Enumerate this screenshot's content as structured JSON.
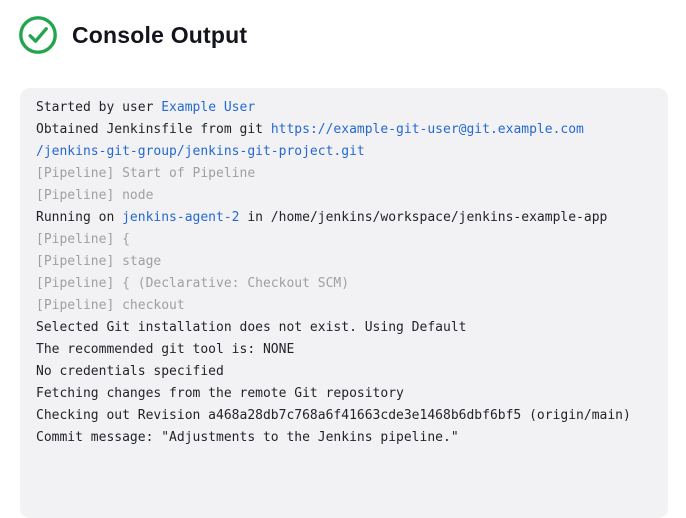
{
  "header": {
    "title": "Console Output",
    "status_icon": "success-check-circle"
  },
  "colors": {
    "success_green": "#23a550",
    "link_blue": "#2569d0",
    "muted_gray": "#a0a0a3",
    "text_dark": "#1f2228",
    "console_bg": "#f2f2f4",
    "title_text": "#14151c"
  },
  "console": {
    "lines": [
      {
        "segments": [
          {
            "text": "Started by user ",
            "style": "plain"
          },
          {
            "text": "Example User",
            "style": "link"
          }
        ]
      },
      {
        "segments": [
          {
            "text": "Obtained Jenkinsfile from git ",
            "style": "plain"
          },
          {
            "text": "https://example-git-user@git.example.com",
            "style": "link"
          }
        ]
      },
      {
        "segments": [
          {
            "text": "/jenkins-git-group/jenkins-git-project.git",
            "style": "link"
          }
        ]
      },
      {
        "segments": [
          {
            "text": "[Pipeline] Start of Pipeline",
            "style": "muted"
          }
        ]
      },
      {
        "segments": [
          {
            "text": "[Pipeline] node",
            "style": "muted"
          }
        ]
      },
      {
        "segments": [
          {
            "text": "Running on ",
            "style": "plain"
          },
          {
            "text": "jenkins-agent-2",
            "style": "link"
          },
          {
            "text": " in /home/jenkins/workspace/jenkins-example-app",
            "style": "plain"
          }
        ]
      },
      {
        "segments": [
          {
            "text": "[Pipeline] {",
            "style": "muted"
          }
        ]
      },
      {
        "segments": [
          {
            "text": "[Pipeline] stage",
            "style": "muted"
          }
        ]
      },
      {
        "segments": [
          {
            "text": "[Pipeline] { (Declarative: Checkout SCM)",
            "style": "muted"
          }
        ]
      },
      {
        "segments": [
          {
            "text": "[Pipeline] checkout",
            "style": "muted"
          }
        ]
      },
      {
        "segments": [
          {
            "text": "Selected Git installation does not exist. Using Default",
            "style": "plain"
          }
        ]
      },
      {
        "segments": [
          {
            "text": "The recommended git tool is: NONE",
            "style": "plain"
          }
        ]
      },
      {
        "segments": [
          {
            "text": "No credentials specified",
            "style": "plain"
          }
        ]
      },
      {
        "segments": [
          {
            "text": "Fetching changes from the remote Git repository",
            "style": "plain"
          }
        ]
      },
      {
        "segments": [
          {
            "text": "Checking out Revision a468a28db7c768a6f41663cde3e1468b6dbf6bf5 (origin/main)",
            "style": "plain"
          }
        ]
      },
      {
        "segments": [
          {
            "text": "Commit message: \"Adjustments to the Jenkins pipeline.\"",
            "style": "plain"
          }
        ]
      }
    ]
  }
}
